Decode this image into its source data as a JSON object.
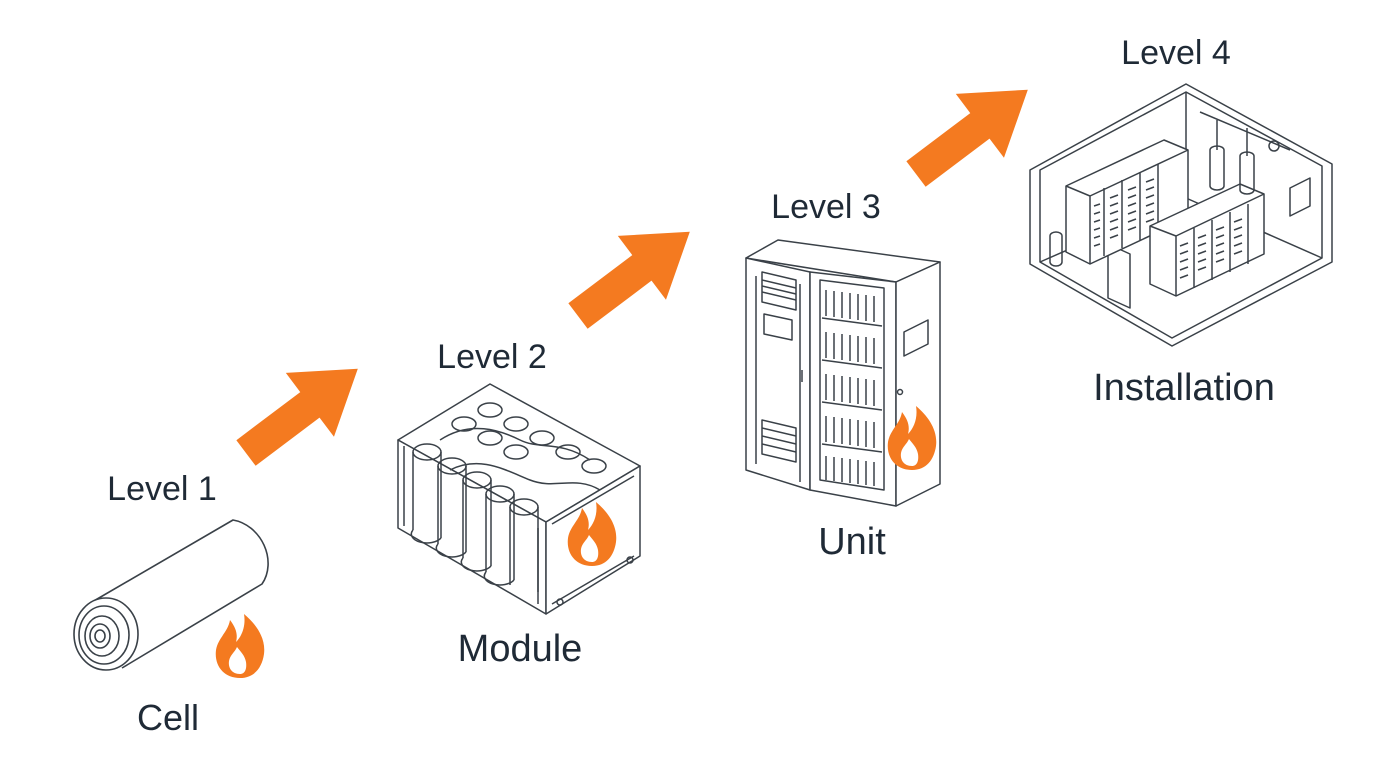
{
  "colors": {
    "accent": "#f47a20",
    "line": "#3a4148",
    "text": "#1f2a36"
  },
  "stages": [
    {
      "level": "Level 1",
      "name": "Cell"
    },
    {
      "level": "Level 2",
      "name": "Module"
    },
    {
      "level": "Level 3",
      "name": "Unit"
    },
    {
      "level": "Level 4",
      "name": "Installation"
    }
  ],
  "icons": [
    "battery-cell-icon",
    "battery-module-icon",
    "cabinet-unit-icon",
    "installation-room-icon",
    "flame-icon",
    "arrow-icon"
  ]
}
